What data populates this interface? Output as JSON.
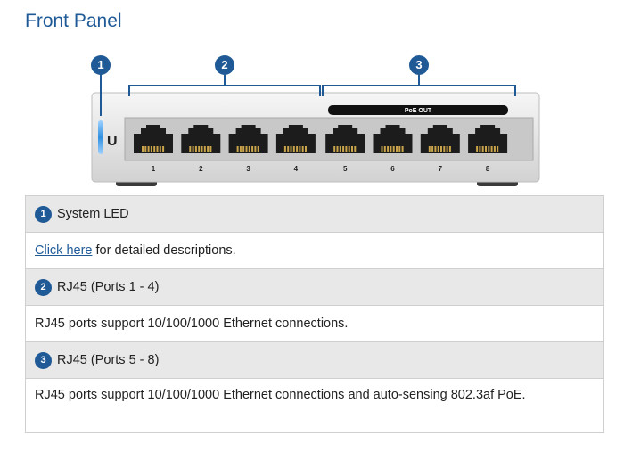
{
  "title": "Front Panel",
  "callouts": [
    "1",
    "2",
    "3"
  ],
  "device": {
    "poe_label": "PoE OUT",
    "ports": [
      "1",
      "2",
      "3",
      "4",
      "5",
      "6",
      "7",
      "8"
    ],
    "logo": "U"
  },
  "sections": [
    {
      "number": "1",
      "label": "System LED",
      "link_text": "Click here",
      "description": " for detailed descriptions."
    },
    {
      "number": "2",
      "label": "RJ45 (Ports 1 - 4)",
      "description": "RJ45 ports support 10/100/1000 Ethernet connections."
    },
    {
      "number": "3",
      "label": "RJ45 (Ports 5 - 8)",
      "description": "RJ45 ports support 10/100/1000 Ethernet connections and auto-sensing 802.3af PoE."
    }
  ],
  "colors": {
    "accent": "#1f5a97",
    "header_bg": "#e8e8e8",
    "led": "#2f8fe0"
  }
}
